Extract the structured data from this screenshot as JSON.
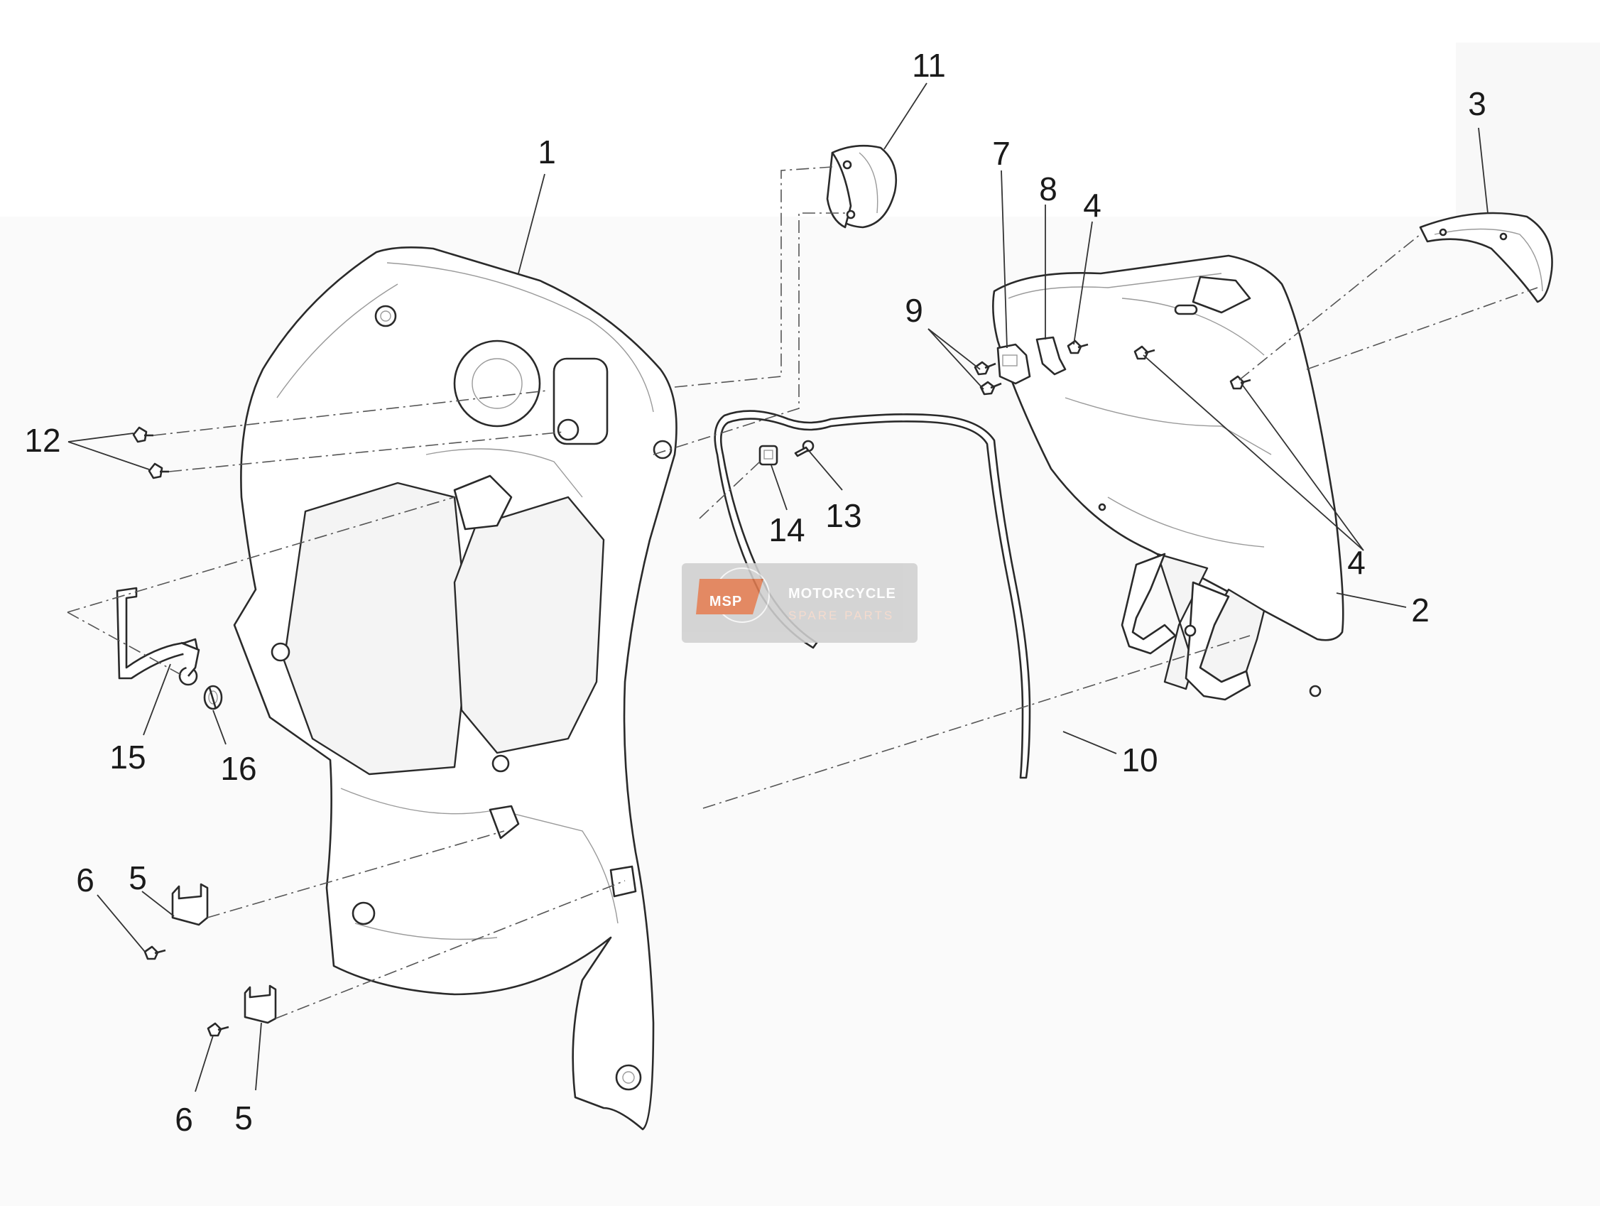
{
  "callouts": {
    "c1": "1",
    "c2": "2",
    "c3": "3",
    "c4a": "4",
    "c4b": "4",
    "c5a": "5",
    "c5b": "5",
    "c6a": "6",
    "c6b": "6",
    "c7": "7",
    "c8": "8",
    "c9": "9",
    "c10": "10",
    "c11": "11",
    "c12": "12",
    "c13": "13",
    "c14": "14",
    "c15": "15",
    "c16": "16"
  },
  "watermark": {
    "logo": "MSP",
    "line1": "MOTORCYCLE",
    "line2": "SPARE PARTS"
  },
  "colors": {
    "line": "#2a2a2a",
    "watermark_bg": "#cfcfcf",
    "watermark_accent": "#e07a4f"
  }
}
